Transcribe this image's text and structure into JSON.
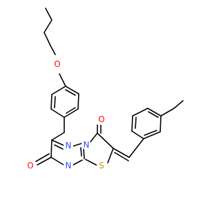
{
  "molecule": {
    "atoms": [
      {
        "id": "O_ether",
        "symbol": "O",
        "color": "#ff0d0d"
      },
      {
        "id": "N_ring_top",
        "symbol": "N",
        "color": "#3050f8"
      },
      {
        "id": "N_bridge",
        "symbol": "N",
        "color": "#3050f8"
      },
      {
        "id": "N_ring_bottom",
        "symbol": "N",
        "color": "#3050f8"
      },
      {
        "id": "O_carbonyl_right",
        "symbol": "O",
        "color": "#ff0d0d"
      },
      {
        "id": "O_carbonyl_left",
        "symbol": "O",
        "color": "#ff0d0d"
      },
      {
        "id": "S_thiazole",
        "symbol": "S",
        "color": "#c8a000"
      }
    ]
  }
}
